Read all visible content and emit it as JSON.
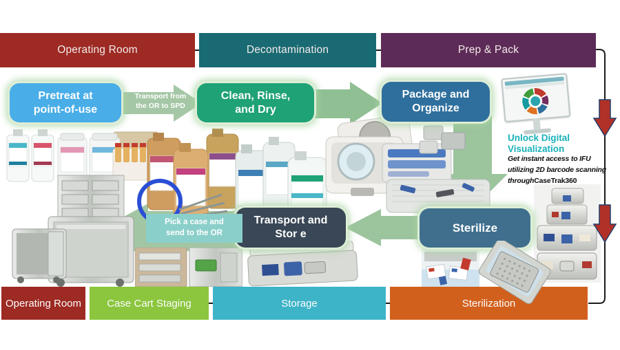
{
  "top_row": [
    {
      "label": "Operating Room"
    },
    {
      "label": "Decontamination"
    },
    {
      "label": "Prep & Pack"
    }
  ],
  "bottom_row": [
    {
      "label": "Operating Room"
    },
    {
      "label": "Case Cart Staging"
    },
    {
      "label": "Storage"
    },
    {
      "label": "Sterilization"
    }
  ],
  "steps": {
    "pretreat": {
      "line1": "Pretreat at",
      "line2": "point-of-use"
    },
    "clean": {
      "line1": "Clean, Rinse,",
      "line2": "and Dry"
    },
    "package": {
      "line1": "Package and",
      "line2": "Organize"
    },
    "sterilize": {
      "label": "Sterilize"
    },
    "transport": {
      "line1": "Transport and",
      "line2": "Stor e"
    }
  },
  "arrows": {
    "to_spd": {
      "line1": "Transport from",
      "line2": "the OR to SPD"
    },
    "to_or": {
      "line1": "Pick a case and",
      "line2": "send to the OR"
    }
  },
  "digital": {
    "heading_line1": "Unlock Digital",
    "heading_line2": "Visualization",
    "body_line1": "Get instant access to IFU",
    "body_line2": "utilizing 2D barcode scanning",
    "body_line3_prefix": "through",
    "body_line3_brand": "CaseTrak360"
  },
  "graphics": [
    "cleaning-bottles-and-wipes",
    "chemical-jugs",
    "cleaning-brushes-coil",
    "instrument-containers",
    "container-stack-photo",
    "case-carts",
    "storage-cabinets",
    "sterile-container",
    "sterilization-records",
    "perforated-tray",
    "monitor-donut-chart"
  ],
  "colors": {
    "header_red": "#9d2a23",
    "header_teal": "#196a73",
    "header_purple": "#5d2b57",
    "header_green": "#8bc63e",
    "header_cyan": "#3db4c7",
    "header_orange": "#d2601d",
    "step_lightblue": "#49ade7",
    "step_green": "#1fa276",
    "step_blue": "#2f6f9d",
    "step_steel": "#3f6f8d",
    "step_slate": "#394756",
    "arrow_sage": "#9cc49d",
    "band_teal": "#8bcfca",
    "accent_teal": "#17b1b9",
    "flow_arrow_red": "#b13128",
    "connector_black": "#1a1a1a"
  }
}
